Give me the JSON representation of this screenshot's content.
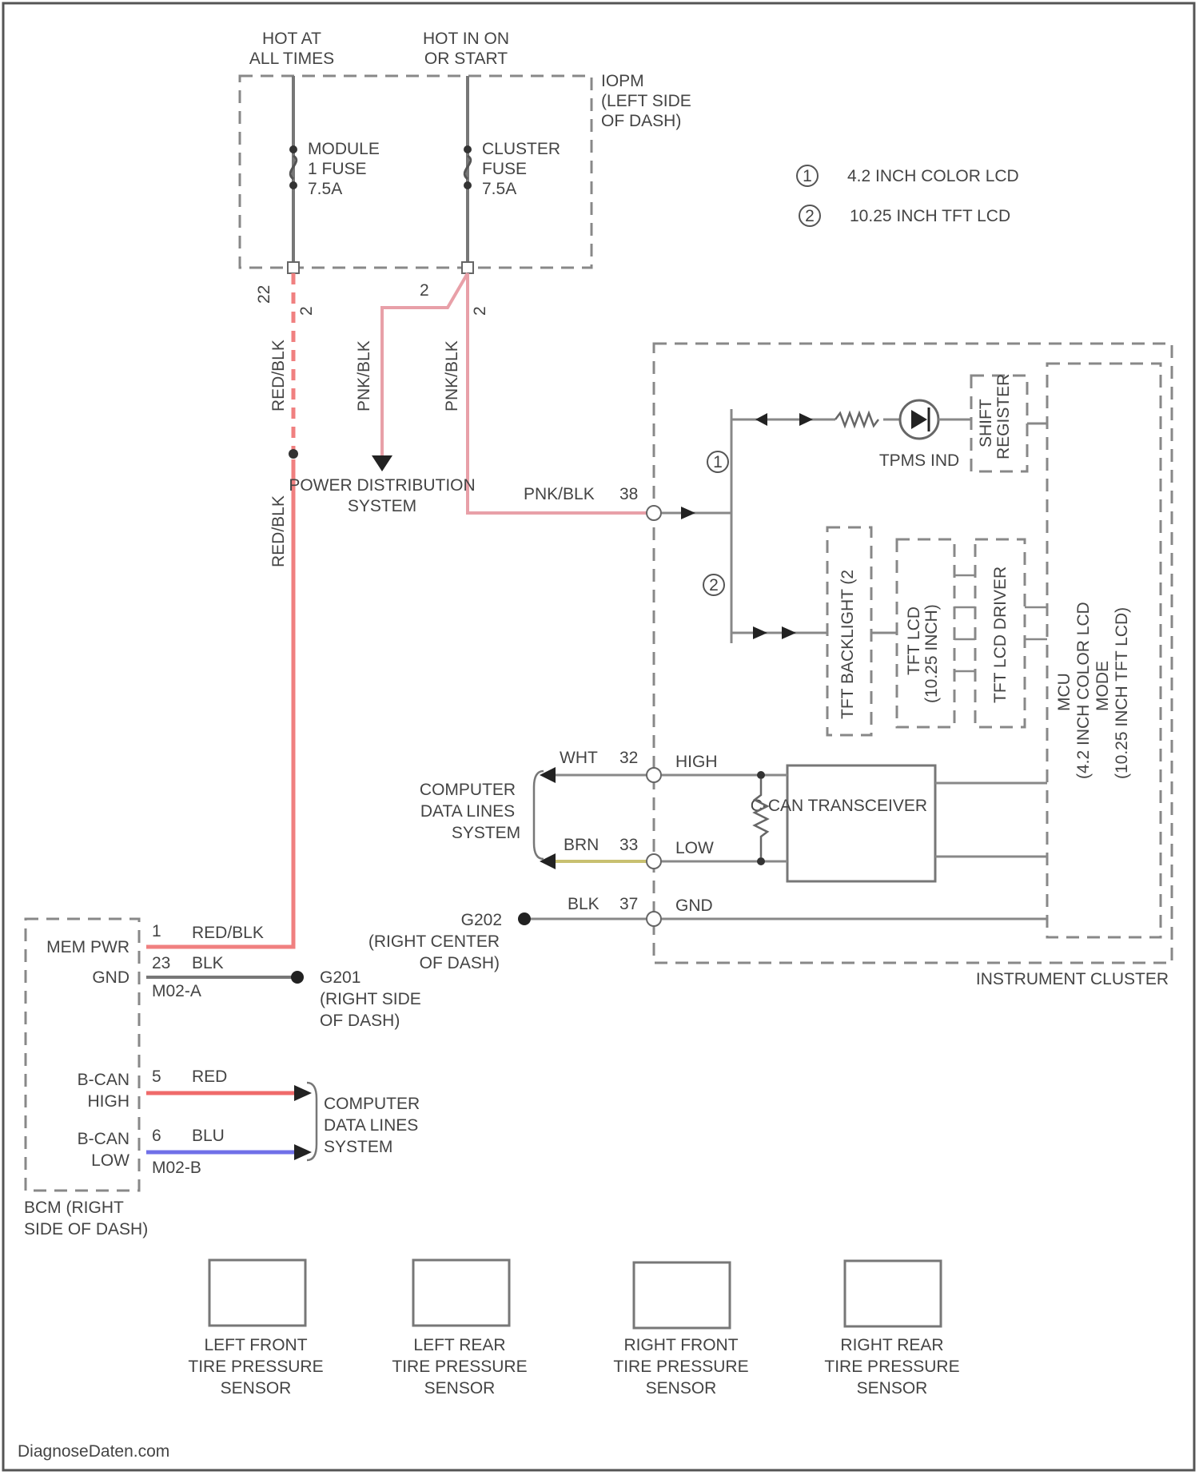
{
  "power": {
    "hot_at_all_times": [
      "HOT AT",
      "ALL TIMES"
    ],
    "hot_in_on": [
      "HOT IN ON",
      "OR START"
    ]
  },
  "iopm": [
    "IOPM",
    "(LEFT SIDE",
    "OF DASH)"
  ],
  "fuses": {
    "module": [
      "MODULE",
      "1 FUSE",
      "7.5A"
    ],
    "cluster": [
      "CLUSTER",
      "FUSE",
      "7.5A"
    ]
  },
  "legend": [
    {
      "mark": "1",
      "text": "4.2 INCH COLOR LCD"
    },
    {
      "mark": "2",
      "text": "10.25 INCH TFT LCD"
    }
  ],
  "connectors": {
    "c22": "22",
    "c22b": "2",
    "c2": "2",
    "c2b": "2",
    "c38": "38",
    "c32": "32",
    "c33": "33",
    "c37": "37",
    "c1": "1",
    "c23": "23",
    "c5": "5",
    "c6": "6"
  },
  "wires": {
    "red_blk_v1": "RED/BLK",
    "red_blk_v2": "RED/BLK",
    "pnk_blk_v1": "PNK/BLK",
    "pnk_blk_v2": "PNK/BLK",
    "pnk_blk_h": "PNK/BLK",
    "wht": "WHT",
    "brn": "BRN",
    "blk_gnd": "BLK",
    "red_blk_bcm": "RED/BLK",
    "blk_bcm": "BLK",
    "red": "RED",
    "blu": "BLU"
  },
  "pds": [
    "POWER DISTRIBUTION",
    "SYSTEM"
  ],
  "cluster": {
    "tpms": "TPMS IND",
    "shift_register": [
      "SHIFT",
      "REGISTER"
    ],
    "tft_backlight": "TFT BACKLIGHT (2",
    "tft_lcd": [
      "TFT LCD",
      "(10.25 INCH)"
    ],
    "tft_lcd_driver": "TFT LCD DRIVER",
    "mcu": [
      "MCU",
      "(4.2 INCH COLOR LCD",
      "MODE",
      "(10.25 INCH TFT LCD)"
    ],
    "ccan": "C-CAN TRANSCEIVER",
    "high": "HIGH",
    "low": "LOW",
    "gnd": "GND",
    "title": "INSTRUMENT CLUSTER"
  },
  "cdls1": [
    "COMPUTER",
    "DATA LINES",
    "SYSTEM"
  ],
  "g202": [
    "G202",
    "(RIGHT CENTER",
    "OF DASH)"
  ],
  "g201": [
    "G201",
    "(RIGHT SIDE",
    "OF DASH)"
  ],
  "bcm": {
    "mem_pwr": "MEM PWR",
    "gnd": "GND",
    "m02a": "M02-A",
    "bcan_high": [
      "B-CAN",
      "HIGH"
    ],
    "bcan_low": [
      "B-CAN",
      "LOW"
    ],
    "m02b": "M02-B",
    "title": [
      "BCM (RIGHT",
      "SIDE OF DASH)"
    ]
  },
  "cdls2": [
    "COMPUTER",
    "DATA LINES",
    "SYSTEM"
  ],
  "sensors": [
    [
      "LEFT FRONT",
      "TIRE PRESSURE",
      "SENSOR"
    ],
    [
      "LEFT REAR",
      "TIRE PRESSURE",
      "SENSOR"
    ],
    [
      "RIGHT FRONT",
      "TIRE PRESSURE",
      "SENSOR"
    ],
    [
      "RIGHT REAR",
      "TIRE PRESSURE",
      "SENSOR"
    ]
  ],
  "watermark": "DiagnoseDaten.com",
  "colors": {
    "red_wire": "#f08080",
    "pink_wire": "#e8a0a8",
    "blue_wire": "#7070e8",
    "red_can": "#ef6a6a",
    "brown_yellow": "#c8c070"
  }
}
